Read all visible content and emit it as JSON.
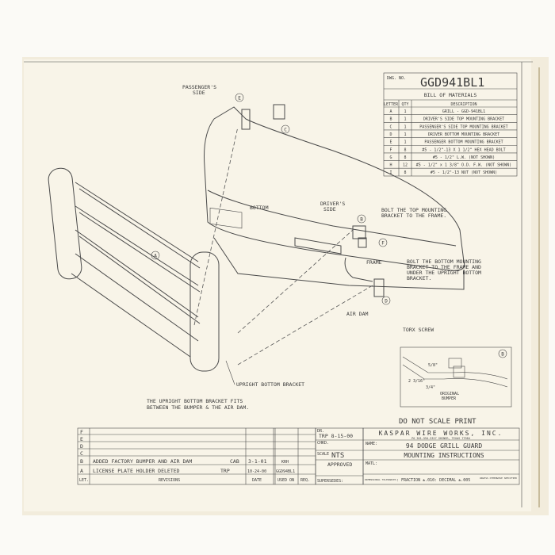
{
  "bom": {
    "dwg_no_label": "DWG. NO.",
    "dwg_no": "GGD941BL1",
    "title": "BILL OF MATERIALS",
    "headers": [
      "LETTER",
      "QTY",
      "DESCRIPTION"
    ],
    "rows": [
      [
        "A",
        "1",
        "GRILL - GGD-941BL1"
      ],
      [
        "B",
        "1",
        "DRIVER'S SIDE TOP MOUNTING BRACKET"
      ],
      [
        "C",
        "1",
        "PASSENGER'S SIDE TOP MOUNTING BRACKET"
      ],
      [
        "D",
        "1",
        "DRIVER BOTTOM MOUNTING BRACKET"
      ],
      [
        "E",
        "1",
        "PASSENGER BOTTOM MOUNTING BRACKET"
      ],
      [
        "F",
        "8",
        "#5 - 1/2\"-13 X 1 1/2\" HEX HEAD BOLT"
      ],
      [
        "G",
        "8",
        "#5 - 1/2\" L.W. (NOT SHOWN)"
      ],
      [
        "H",
        "12",
        "#5 - 1/2\" x 1 3/8\" O.D. F.W. (NOT SHOWN)"
      ],
      [
        "I",
        "8",
        "#5 - 1/2\"-13 NUT (NOT SHOWN)"
      ]
    ]
  },
  "labels": {
    "passenger_side": [
      "PASSENGER'S",
      "SIDE"
    ],
    "driver_side": [
      "DRIVER'S",
      "SIDE"
    ],
    "bottom": "BOTTOM",
    "air_dam": "AIR DAM",
    "frame": "FRAME",
    "torx": "TORX SCREW",
    "note_top": [
      "BOLT THE TOP MOUNTING",
      "BRACKET TO THE FRAME."
    ],
    "note_bottom": [
      "BOLT THE BOTTOM MOUNTING",
      "BRACKET TO THE FRAME AND",
      "UNDER THE UPRIGHT BOTTOM",
      "BRACKET."
    ],
    "upright": "UPRIGHT BOTTOM BRACKET",
    "note_upright": [
      "THE UPRIGHT BOTTOM BRACKET FITS",
      "BETWEEN THE BUMPER & THE AIR DAM."
    ],
    "callouts": {
      "A": "A",
      "B": "B",
      "C": "C",
      "D": "D",
      "E": "E",
      "F": "F"
    },
    "detail": {
      "d1": "5/8\"",
      "d2": "2 3/16\"",
      "d3": "3/4\"",
      "orig": [
        "ORIGINAL",
        "BUMPER"
      ]
    },
    "do_not_scale": "DO NOT SCALE PRINT"
  },
  "revisions": {
    "letters": [
      "F",
      "E",
      "D",
      "C"
    ],
    "rows": [
      {
        "let": "B",
        "text": "ADDED FACTORY BUMPER AND AIR DAM",
        "by": "CAB",
        "date": "3-1-01",
        "used": "KRH"
      },
      {
        "let": "A",
        "text": "LICENSE PLATE HOLDER DELETED",
        "by": "TRP",
        "date": "10-24-00",
        "used": "GGD94BL1"
      }
    ],
    "hdr_let": "LET.",
    "hdr_rev": "REVISIONS",
    "hdr_date": "DATE",
    "hdr_used": "USED ON",
    "hdr_req": "REQ."
  },
  "approval": {
    "dr_label": "DR.",
    "dr": "TRP 8-15-00",
    "chkd": "CHKD.",
    "scale_label": "SCALE",
    "scale": "NTS",
    "approved": "APPROVED",
    "supersedes": "SUPERSEDES:"
  },
  "title_block": {
    "company": "KASPAR WIRE WORKS, INC.",
    "address": "PO 361-594-3327  SHINER, TEXAS 77984",
    "name_label": "NAME:",
    "name1": "94 DODGE GRILL GUARD",
    "name2": "MOUNTING INSTRUCTIONS",
    "matl": "MATL:",
    "tol_label": "DIMENSIONAL TOLERANCES",
    "tol": ": FRACTION ±.010: DECIMAL ±.005",
    "unless": "UNLESS OTHERWISE SPECIFIED"
  }
}
